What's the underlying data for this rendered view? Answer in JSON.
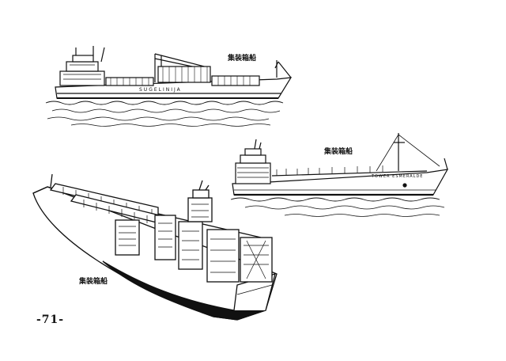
{
  "figures": {
    "top_ship": {
      "caption": "集装箱船",
      "hull_text": "SUGELINIJA",
      "icon": "container-ship-side-view-icon"
    },
    "right_ship": {
      "caption": "集装箱船",
      "hull_text": "TOWER ESMERALDE",
      "icon": "container-ship-side-view-icon"
    },
    "bottom_ship": {
      "caption": "集装箱船",
      "icon": "container-ship-perspective-icon"
    }
  },
  "page": {
    "number": "-71-"
  },
  "colors": {
    "ink": "#111111",
    "paper": "#ffffff"
  }
}
